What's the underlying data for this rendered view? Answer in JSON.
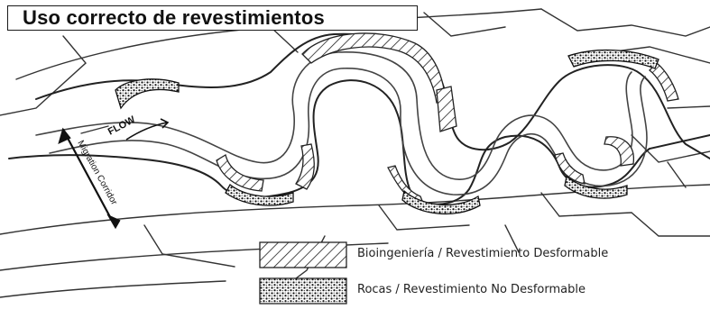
{
  "title": "Uso correcto de revestimientos",
  "labels": {
    "flow": "FLOW",
    "corridor": "Migration Corridor"
  },
  "legend": [
    {
      "kind": "hatch",
      "label": "Bioingeniería / Revestimiento Desformable"
    },
    {
      "kind": "stipple",
      "label": "Rocas / Revestimiento No Desformable"
    }
  ]
}
